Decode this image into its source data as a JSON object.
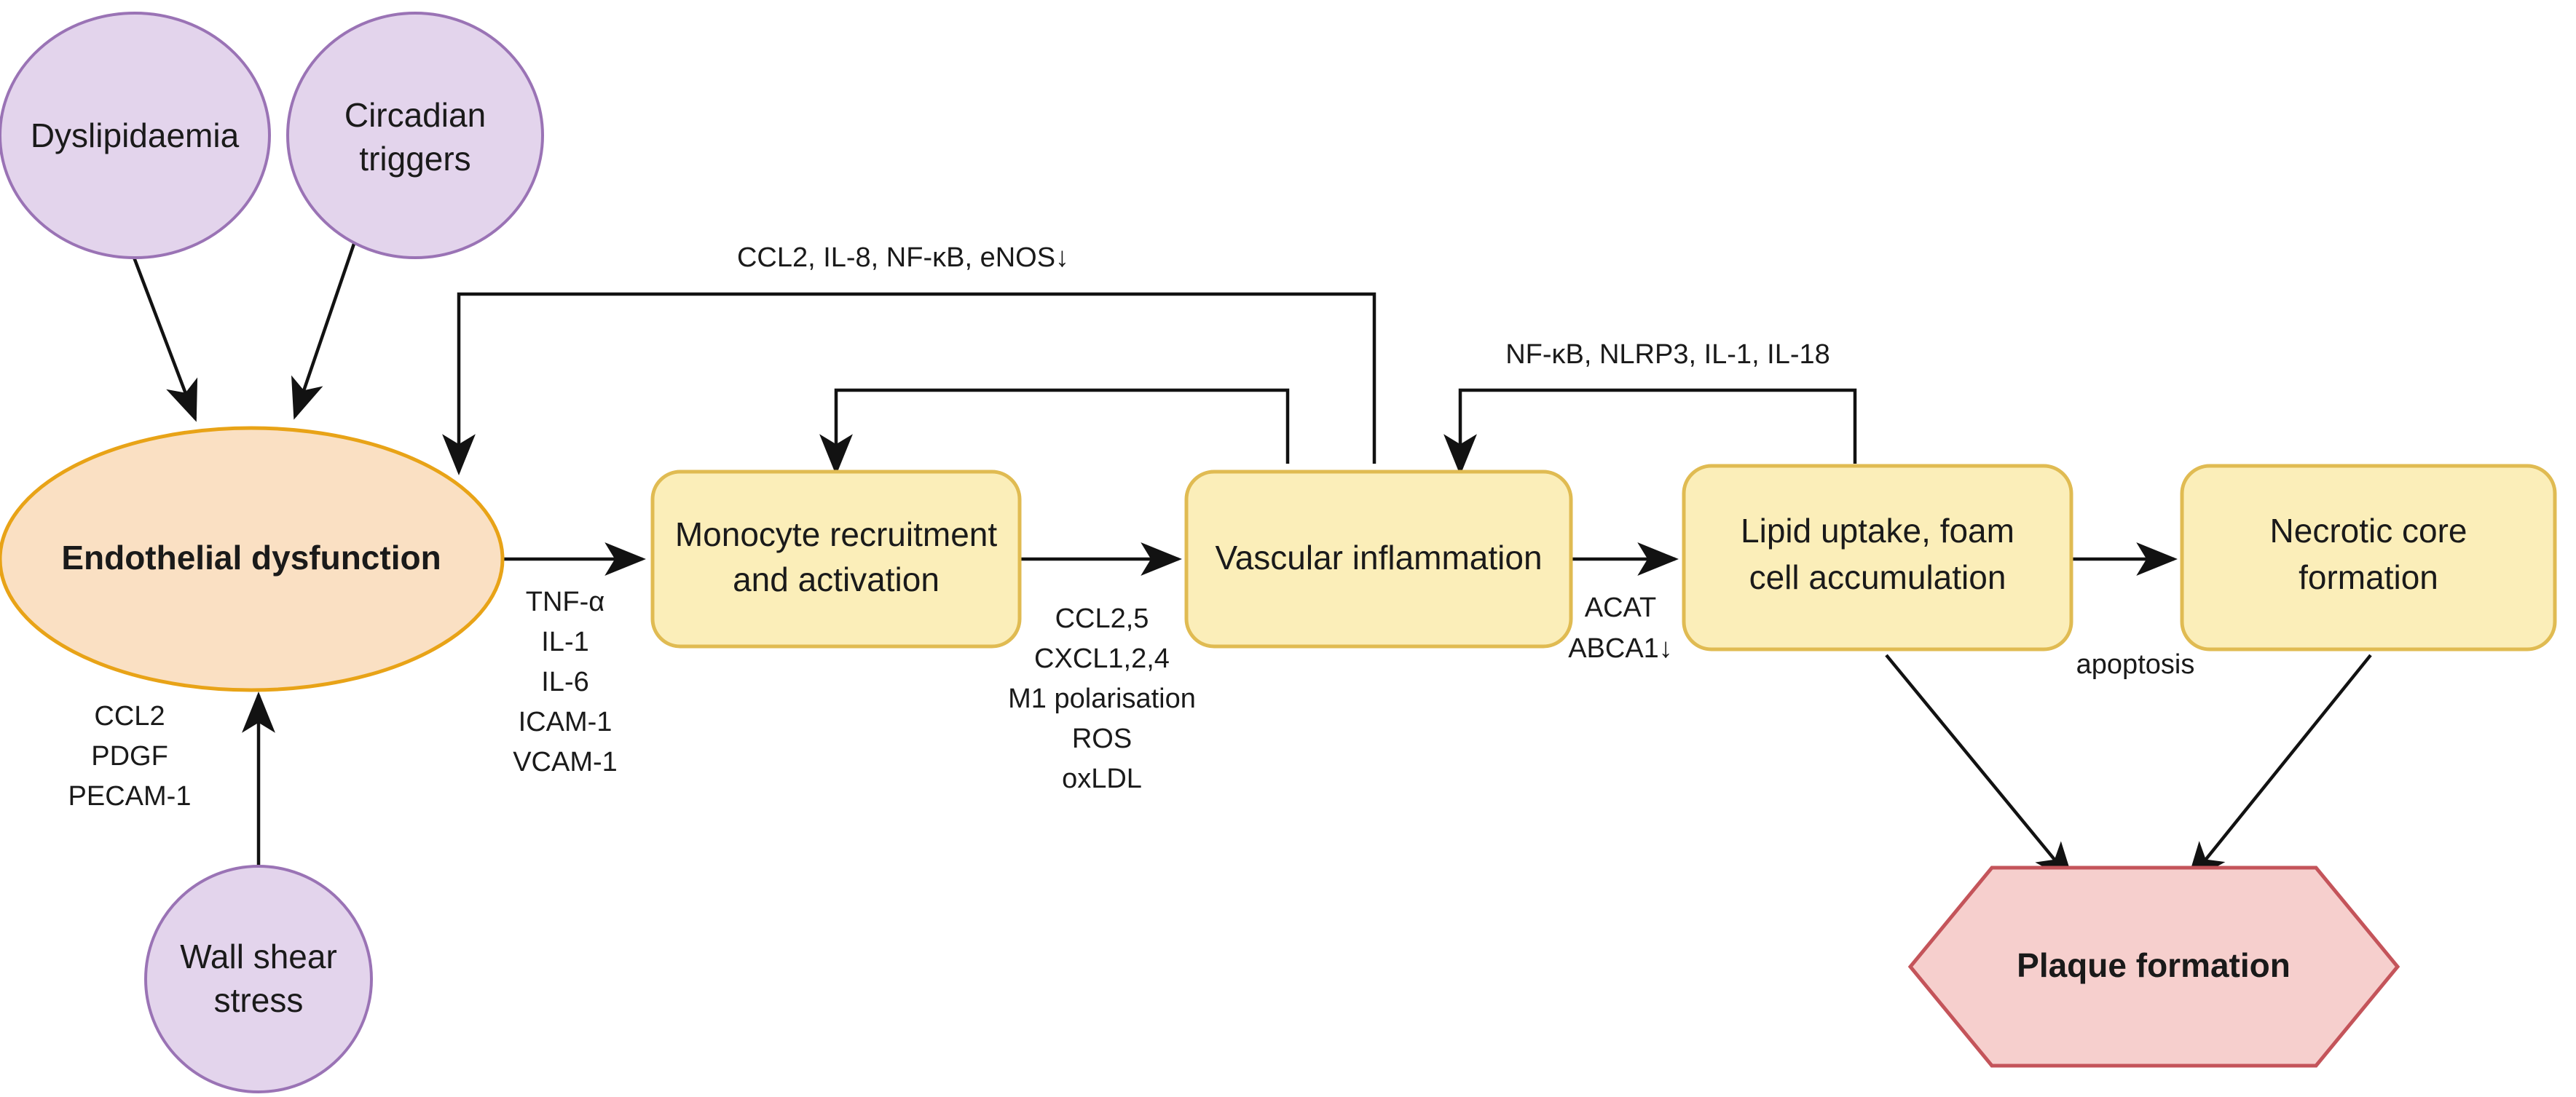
{
  "diagram": {
    "title": "Atherosclerosis pathway flowchart",
    "colors": {
      "purple_fill": "#e3d4ec",
      "purple_stroke": "#9a73b5",
      "orange_fill": "#fae0c3",
      "orange_stroke": "#e8a317",
      "yellow_fill": "#fbeeb9",
      "yellow_stroke": "#e0bb52",
      "red_fill": "#f6cfcd",
      "red_stroke": "#c4545a",
      "edge": "#121212",
      "background": "#ffffff"
    },
    "nodes": [
      {
        "id": "dyslipidaemia",
        "shape": "ellipse",
        "label": "Dyslipidaemia",
        "lines": [
          "Dyslipidaemia"
        ],
        "bold": false
      },
      {
        "id": "circadian-triggers",
        "shape": "ellipse",
        "label": "Circadian triggers",
        "lines": [
          "Circadian",
          "triggers"
        ],
        "bold": false
      },
      {
        "id": "wall-shear-stress",
        "shape": "ellipse",
        "label": "Wall shear stress",
        "lines": [
          "Wall shear",
          "stress"
        ],
        "bold": false
      },
      {
        "id": "endothelial-dysfunction",
        "shape": "ellipse",
        "label": "Endothelial dysfunction",
        "lines": [
          "Endothelial dysfunction"
        ],
        "bold": true
      },
      {
        "id": "monocyte-recruitment",
        "shape": "rounded-rect",
        "label": "Monocyte recruitment and activation",
        "lines": [
          "Monocyte recruitment",
          "and activation"
        ],
        "bold": false
      },
      {
        "id": "vascular-inflammation",
        "shape": "rounded-rect",
        "label": "Vascular inflammation",
        "lines": [
          "Vascular inflammation"
        ],
        "bold": false
      },
      {
        "id": "lipid-uptake",
        "shape": "rounded-rect",
        "label": "Lipid uptake, foam cell accumulation",
        "lines": [
          "Lipid uptake, foam",
          "cell accumulation"
        ],
        "bold": false
      },
      {
        "id": "necrotic-core",
        "shape": "rounded-rect",
        "label": "Necrotic core formation",
        "lines": [
          "Necrotic core",
          "formation"
        ],
        "bold": false
      },
      {
        "id": "plaque-formation",
        "shape": "hexagon",
        "label": "Plaque formation",
        "lines": [
          "Plaque formation"
        ],
        "bold": true
      }
    ],
    "edge_labels": [
      {
        "id": "endothelial-to-monocyte",
        "lines": [
          "TNF-α",
          "IL-1",
          "IL-6",
          "ICAM-1",
          "VCAM-1"
        ]
      },
      {
        "id": "monocyte-to-vascular",
        "lines": [
          "CCL2,5",
          "CXCL1,2,4",
          "M1 polarisation",
          "ROS",
          "oxLDL"
        ]
      },
      {
        "id": "vascular-to-lipid",
        "lines": [
          "ACAT",
          "ABCA1↓"
        ]
      },
      {
        "id": "wall-shear-to-endothelial",
        "lines": [
          "CCL2",
          "PDGF",
          "PECAM-1"
        ]
      },
      {
        "id": "vascular-feedback-to-endothelial",
        "lines": [
          "CCL2, IL-8, NF-κB, eNOS↓"
        ]
      },
      {
        "id": "vascular-feedback-to-monocyte",
        "lines": [
          "NF-κB, NLRP3, IL-1, IL-18"
        ]
      },
      {
        "id": "lipid-feedback-to-vascular",
        "lines": [
          "NF-κB, NLRP3, IL-1, IL-18"
        ]
      },
      {
        "id": "necrotic-apoptosis",
        "lines": [
          "apoptosis"
        ]
      }
    ],
    "labels": {
      "dyslipidaemia": "Dyslipidaemia",
      "circadian_line1": "Circadian",
      "circadian_line2": "triggers",
      "wall_shear_line1": "Wall shear",
      "wall_shear_line2": "stress",
      "endothelial": "Endothelial dysfunction",
      "monocyte_line1": "Monocyte recruitment",
      "monocyte_line2": "and activation",
      "vascular": "Vascular inflammation",
      "lipid_line1": "Lipid uptake, foam",
      "lipid_line2": "cell accumulation",
      "necrotic_line1": "Necrotic core",
      "necrotic_line2": "formation",
      "plaque": "Plaque formation",
      "tnf_a": "TNF-α",
      "il_1": "IL-1",
      "il_6": "IL-6",
      "icam_1": "ICAM-1",
      "vcam_1": "VCAM-1",
      "ccl25": "CCL2,5",
      "cxcl124": "CXCL1,2,4",
      "m1_polarisation": "M1 polarisation",
      "ros": "ROS",
      "oxldl": "oxLDL",
      "acat": "ACAT",
      "abca1": "ABCA1↓",
      "ccl2": "CCL2",
      "pdgf": "PDGF",
      "pecam_1": "PECAM-1",
      "feedback_top": "CCL2, IL-8, NF-κB, eNOS↓",
      "feedback_right": "NF-κB, NLRP3, IL-1, IL-18",
      "apoptosis": "apoptosis"
    }
  }
}
